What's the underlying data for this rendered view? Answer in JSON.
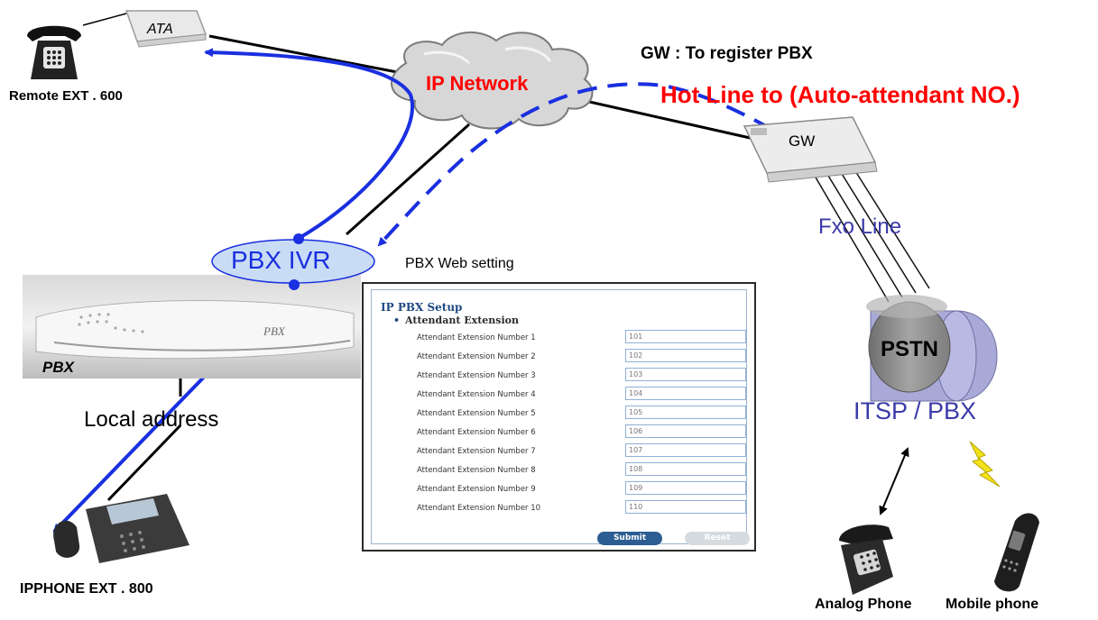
{
  "labels": {
    "ata": "ATA",
    "remote_ext": "Remote EXT . 600",
    "ip_network": "IP Network",
    "gw_register": "GW : To register  PBX",
    "hotline": "Hot Line to (Auto-attendant NO.)",
    "gw": "GW",
    "fxo_line": "Fxo Line",
    "pbx_ivr": "PBX IVR",
    "pbx_web_setting": "PBX Web setting",
    "pbx_device": "PBX",
    "pbx_device_printed": "PBX",
    "local_address": "Local address",
    "ipphone_ext": "IPPHONE EXT . 800",
    "pstn": "PSTN",
    "itsp_pbx": "ITSP / PBX",
    "analog_phone": "Analog Phone",
    "mobile_phone": "Mobile phone"
  },
  "web_setting": {
    "title": "IP PBX Setup",
    "section": "Attendant Extension",
    "rows": [
      {
        "label": "Attendant Extension Number 1",
        "value": "101"
      },
      {
        "label": "Attendant Extension Number 2",
        "value": "102"
      },
      {
        "label": "Attendant Extension Number 3",
        "value": "103"
      },
      {
        "label": "Attendant Extension Number 4",
        "value": "104"
      },
      {
        "label": "Attendant Extension Number 5",
        "value": "105"
      },
      {
        "label": "Attendant Extension Number 6",
        "value": "106"
      },
      {
        "label": "Attendant Extension Number 7",
        "value": "107"
      },
      {
        "label": "Attendant Extension Number 8",
        "value": "108"
      },
      {
        "label": "Attendant Extension Number 9",
        "value": "109"
      },
      {
        "label": "Attendant Extension Number 10",
        "value": "110"
      }
    ],
    "submit": "Submit",
    "reset": "Reset"
  },
  "colors": {
    "blue_path": "#1a2fe0",
    "hotline_red": "#ff0000",
    "ivr_fill": "#c9dcf5",
    "cloud_fill": "#d7d7d7",
    "pstn_body": "#8e8e8e",
    "pstn_side": "#a9a9d8",
    "purple_label": "#3a3aa8"
  }
}
